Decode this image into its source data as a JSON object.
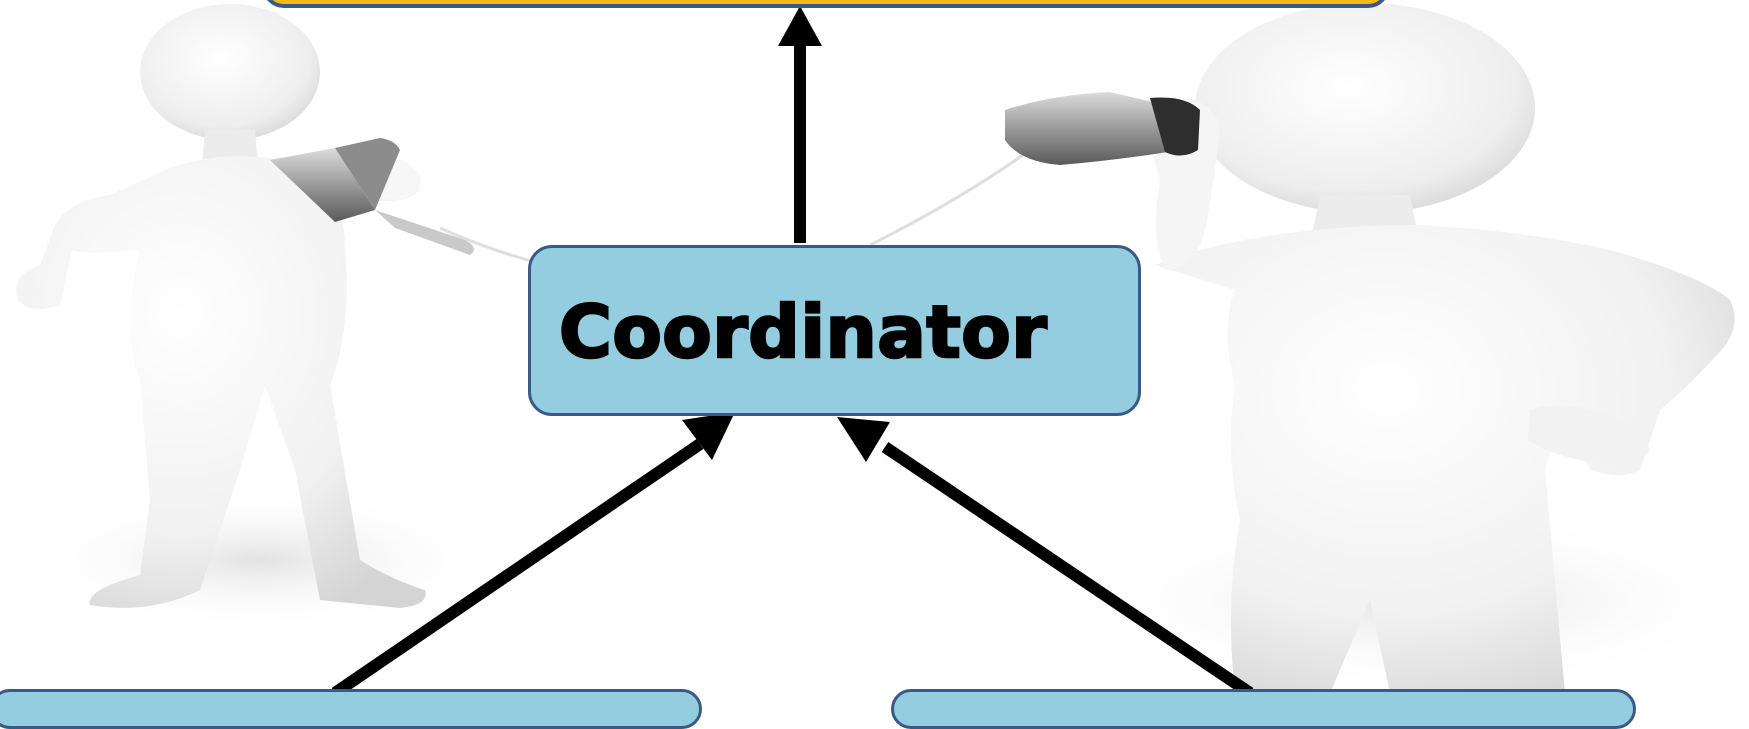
{
  "diagram": {
    "nodes": {
      "top": {
        "label": ""
      },
      "coordinator": {
        "label": "Coordinator"
      },
      "bottom_left": {
        "label": ""
      },
      "bottom_right": {
        "label": ""
      }
    },
    "edges": [
      {
        "from": "coordinator",
        "to": "top"
      },
      {
        "from": "bottom_left",
        "to": "coordinator"
      },
      {
        "from": "bottom_right",
        "to": "coordinator"
      }
    ],
    "background_figures": [
      {
        "name": "left-person-figure",
        "holding": "phone-handset"
      },
      {
        "name": "right-person-figure",
        "holding": "phone-handset"
      }
    ]
  },
  "colors": {
    "top_box_fill": "#f6b814",
    "box_fill": "#93cddf",
    "box_border": "#3a5a86",
    "arrow": "#000000",
    "figure": "#f0f0f0"
  }
}
